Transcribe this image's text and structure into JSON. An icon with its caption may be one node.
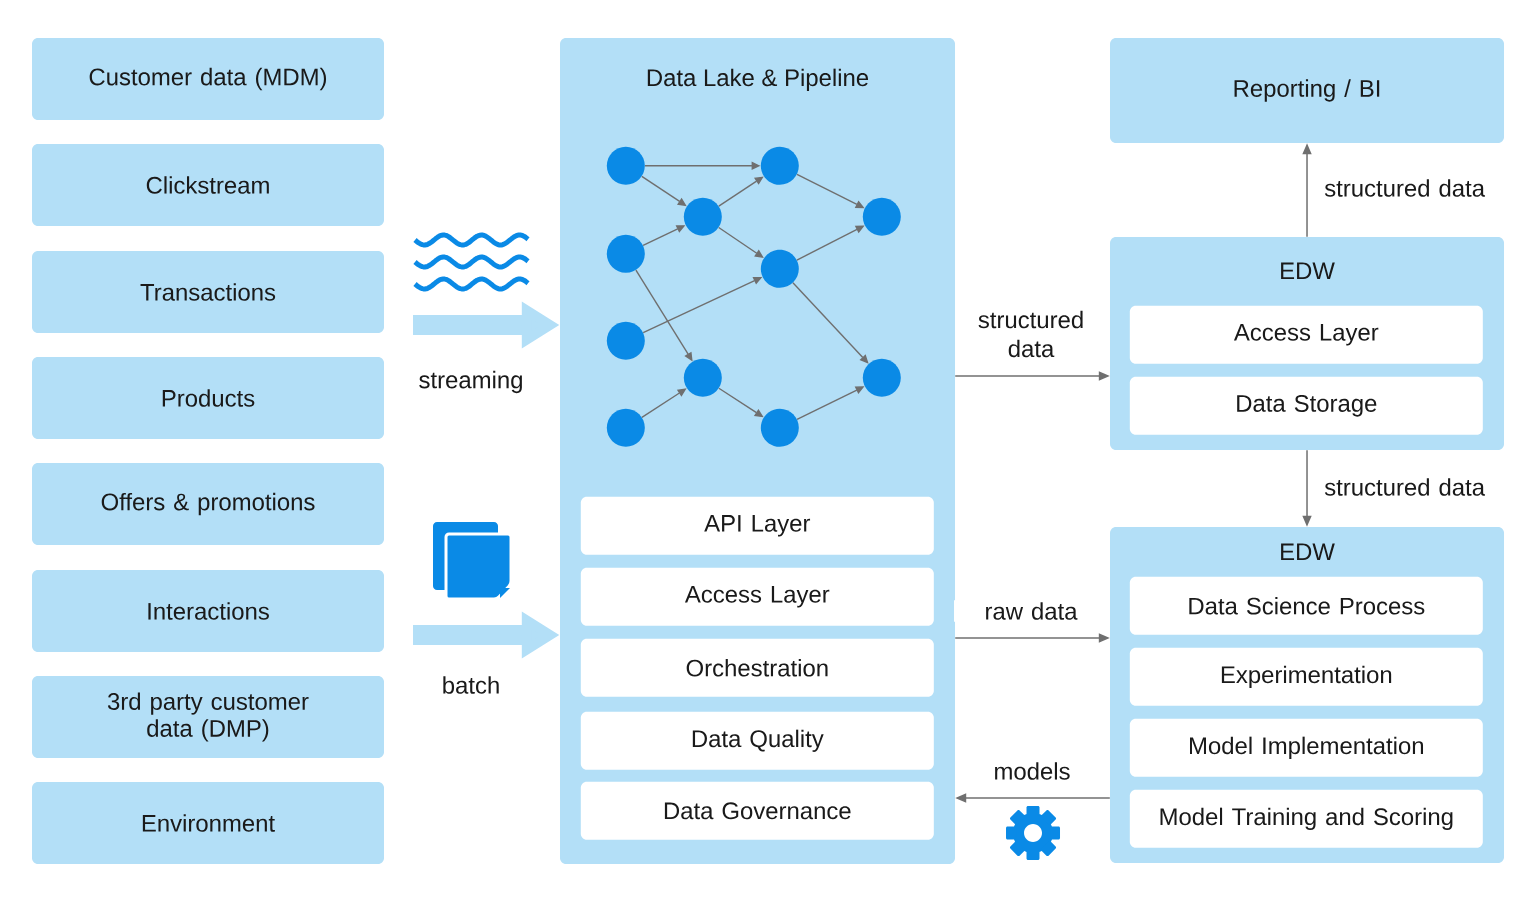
{
  "diagram": {
    "nodes": [
      {
        "text": [
          "Customer data (MDM)"
        ]
      },
      {
        "text": [
          "Clickstream"
        ]
      },
      {
        "text": [
          "Transactions"
        ]
      },
      {
        "text": [
          "Products"
        ]
      },
      {
        "text": [
          "Offers & promotions"
        ]
      },
      {
        "text": [
          "Interactions"
        ]
      },
      {
        "text": [
          "3rd party customer data (DMP)"
        ]
      },
      {
        "text": [
          "Environment"
        ]
      },
      {
        "text": [
          "Data Lake & Pipeline"
        ]
      },
      {
        "text": [],
        "shape": "circle",
        "in": 8
      },
      {
        "text": [],
        "shape": "circle",
        "in": 8
      },
      {
        "text": [],
        "shape": "circle",
        "in": 8
      },
      {
        "text": [],
        "shape": "circle",
        "in": 8
      },
      {
        "text": [],
        "shape": "circle",
        "in": 8
      },
      {
        "text": [],
        "shape": "circle",
        "in": 8
      },
      {
        "text": [],
        "shape": "circle",
        "in": 8
      },
      {
        "text": [],
        "shape": "circle",
        "in": 8
      },
      {
        "text": [],
        "shape": "circle",
        "in": 8
      },
      {
        "text": [],
        "shape": "circle",
        "in": 8
      },
      {
        "text": [],
        "shape": "circle",
        "in": 8
      },
      {
        "text": [
          "API Layer"
        ],
        "in": 8
      },
      {
        "text": [
          "Access Layer"
        ],
        "in": 8
      },
      {
        "text": [
          "Orchestration"
        ],
        "in": 8
      },
      {
        "text": [
          "Data Quality"
        ],
        "in": 8
      },
      {
        "text": [
          "Data Governance"
        ],
        "in": 8
      },
      {
        "text": [
          "Reporting / BI"
        ]
      },
      {
        "text": [
          "EDW"
        ]
      },
      {
        "text": [
          "Access Layer"
        ],
        "in": 26
      },
      {
        "text": [
          "Data Storage"
        ],
        "in": 26
      },
      {
        "text": [
          "EDW"
        ]
      },
      {
        "text": [
          "Data Science Process"
        ],
        "in": 29
      },
      {
        "text": [
          "Experimentation"
        ],
        "in": 29
      },
      {
        "text": [
          "Model Implementation"
        ],
        "in": 29
      },
      {
        "text": [
          "Model Training and Scoring"
        ],
        "in": 29
      }
    ],
    "edges": [
      {
        "from": 9,
        "to": 15,
        "arrow": "to"
      },
      {
        "from": 9,
        "to": 13,
        "arrow": "to"
      },
      {
        "from": 13,
        "to": 15,
        "arrow": "to"
      },
      {
        "from": 10,
        "to": 13,
        "arrow": "to"
      },
      {
        "from": 13,
        "to": 16,
        "arrow": "to"
      },
      {
        "from": 10,
        "to": 14,
        "arrow": "to"
      },
      {
        "from": 11,
        "to": 16,
        "arrow": "to"
      },
      {
        "from": 12,
        "to": 14,
        "arrow": "to"
      },
      {
        "from": 14,
        "to": 17,
        "arrow": "to"
      },
      {
        "from": 15,
        "to": 18,
        "arrow": "to"
      },
      {
        "from": 16,
        "to": 18,
        "arrow": "to"
      },
      {
        "from": 16,
        "to": 19,
        "arrow": "to"
      },
      {
        "from": 17,
        "to": 19,
        "arrow": "to"
      },
      {
        "from": null,
        "to": 8,
        "arrow": "to",
        "label": "streaming",
        "style": "thick",
        "color": "#b3dff7"
      },
      {
        "from": null,
        "to": 8,
        "arrow": "to",
        "label": "batch",
        "style": "thick",
        "color": "#b3dff7"
      },
      {
        "from": 8,
        "to": 26,
        "arrow": "to",
        "label": "structured data"
      },
      {
        "from": 26,
        "to": 25,
        "arrow": "to",
        "label": "structured data"
      },
      {
        "from": 26,
        "to": 29,
        "arrow": "to",
        "label": "structured data"
      },
      {
        "from": 8,
        "to": 29,
        "arrow": "to",
        "label": "raw data"
      },
      {
        "from": 29,
        "to": 8,
        "arrow": "to",
        "label": "models"
      }
    ]
  }
}
